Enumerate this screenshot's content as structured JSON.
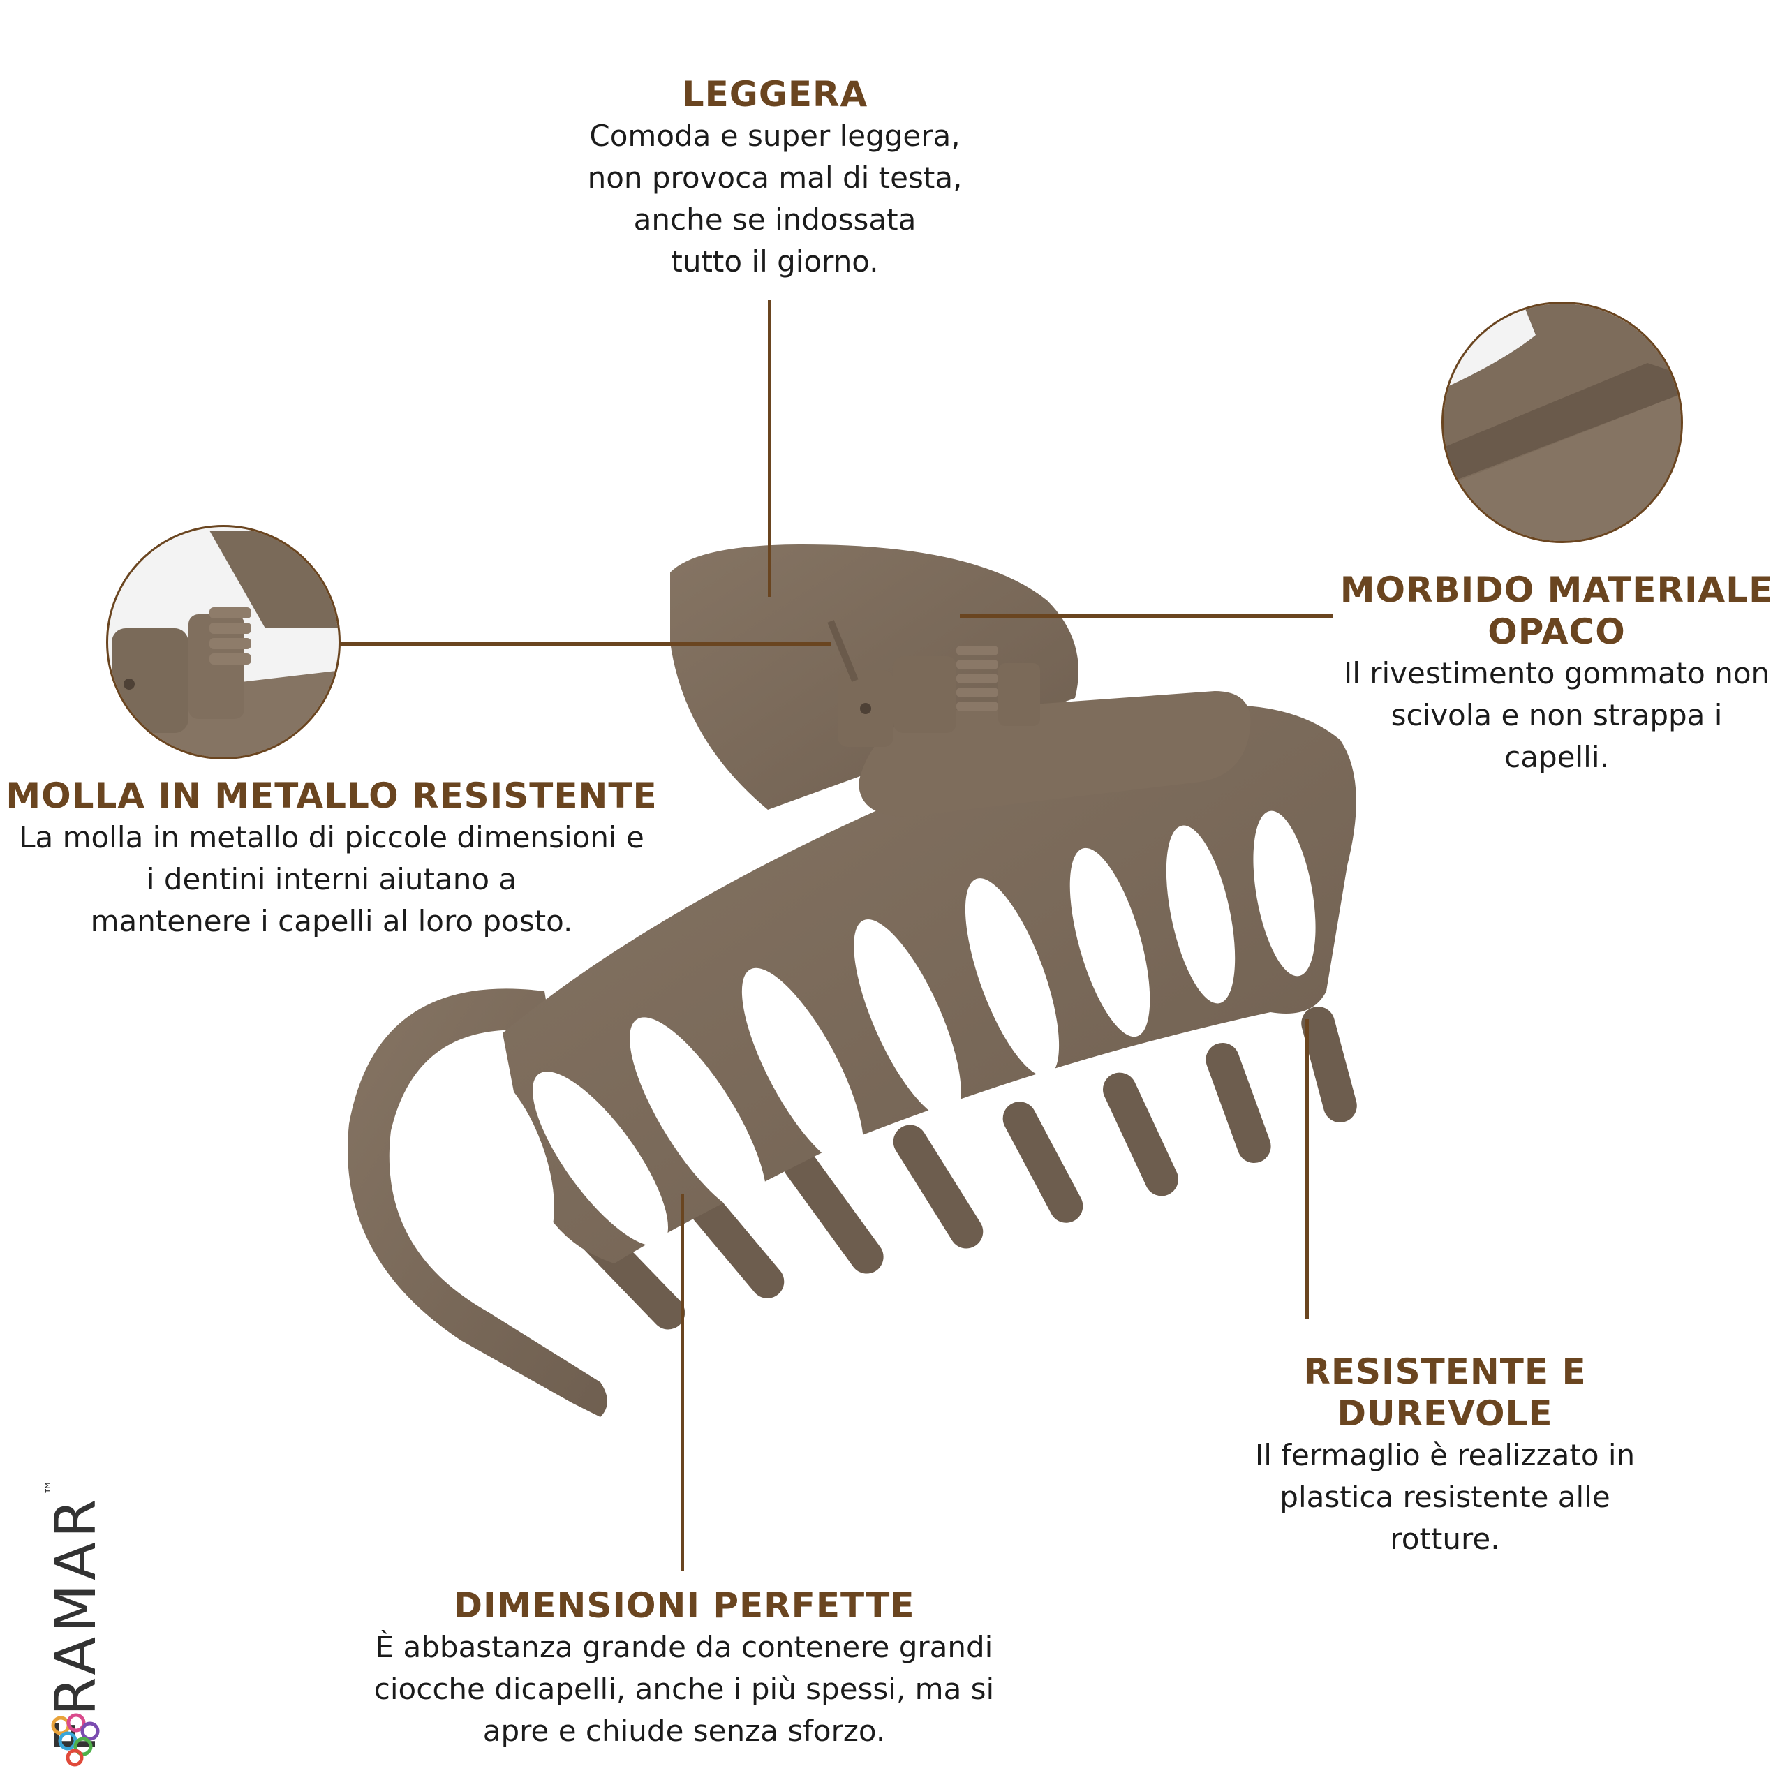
{
  "brand": {
    "name": "FRAMAR",
    "trademark": "™",
    "logo_icon": "colorful-circles-icon"
  },
  "product": {
    "color": "#7a6a5a",
    "shadow_color": "#6a5a4b"
  },
  "accent_color": "#6a4520",
  "features": {
    "leggera": {
      "title": "LEGGERA",
      "text": "Comoda e super leggera,\nnon provoca mal di testa,\nanche se indossata\ntutto il giorno."
    },
    "molla": {
      "title": "MOLLA IN METALLO RESISTENTE",
      "text": "La molla in metallo di piccole dimensioni e\ni dentini interni aiutano a\nmantenere i capelli al loro posto."
    },
    "morbido": {
      "title": "MORBIDO MATERIALE\nOPACO",
      "text": "Il rivestimento gommato non\nscivola e non strappa i\ncapelli."
    },
    "resistente": {
      "title": "RESISTENTE E DUREVOLE",
      "text": "Il fermaglio è realizzato in\nplastica resistente alle\nrotture."
    },
    "dimensioni": {
      "title": "DIMENSIONI PERFETTE",
      "text": "È abbastanza grande da contenere grandi\nciocche dicapelli, anche i più spessi, ma si\napre e chiude senza sforzo."
    }
  }
}
